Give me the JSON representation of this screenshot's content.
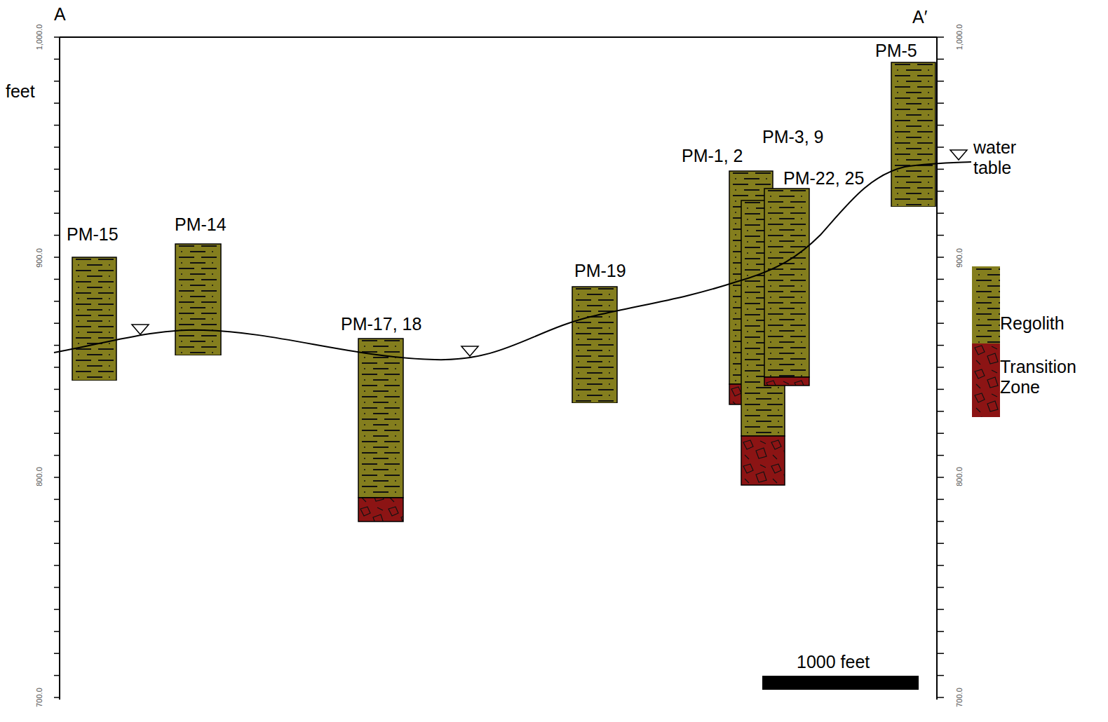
{
  "diagram": {
    "nodes": [
      {
        "text": [
          "PM-15"
        ]
      },
      {
        "text": [
          "PM-14"
        ]
      },
      {
        "text": [
          "PM-17, 18"
        ]
      },
      {
        "text": [
          "PM-19"
        ]
      },
      {
        "text": [
          "PM-1, 2"
        ]
      },
      {
        "text": [
          "PM-3, 9"
        ]
      },
      {
        "text": [
          "PM-22, 25"
        ]
      },
      {
        "text": [
          "PM-5"
        ]
      }
    ],
    "edges": [],
    "labels": [
      "A",
      "A′",
      "feet",
      "1,000.0",
      "900.0",
      "800.0",
      "700.0",
      "1,000.0",
      "900.0",
      "800.0",
      "700.0",
      "water table",
      "1000 feet"
    ],
    "legend": [
      {
        "text": "Regolith",
        "color": "#847e1e"
      },
      {
        "text": "Transition Zone",
        "color": "#8c1414"
      }
    ]
  }
}
